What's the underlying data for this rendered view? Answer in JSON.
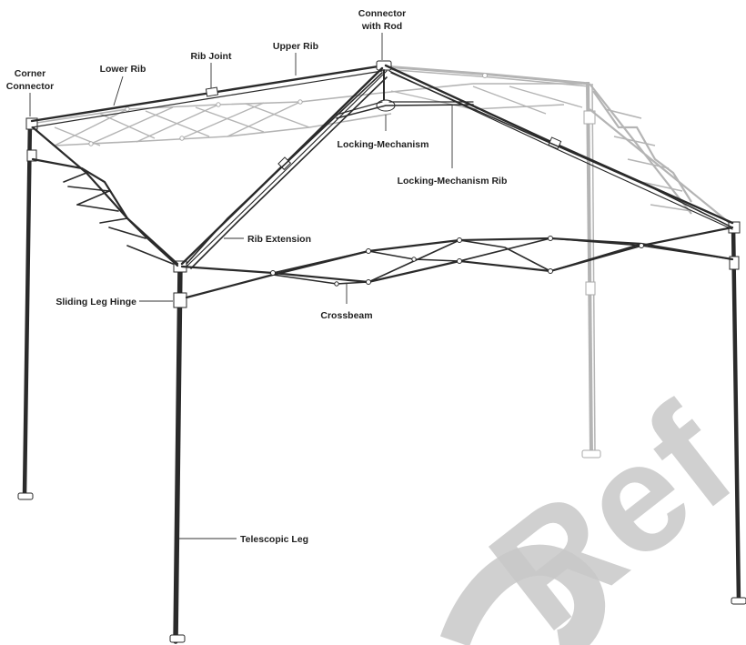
{
  "labels": {
    "corner_connector": [
      "Corner",
      "Connector"
    ],
    "lower_rib": "Lower Rib",
    "rib_joint": "Rib Joint",
    "upper_rib": "Upper Rib",
    "connector_with_rod": [
      "Connector",
      "with Rod"
    ],
    "locking_mechanism": "Locking-Mechanism",
    "locking_mechanism_rib": "Locking-Mechanism Rib",
    "rib_extension": "Rib Extension",
    "sliding_leg_hinge": "Sliding Leg Hinge",
    "crossbeam": "Crossbeam",
    "telescopic_leg": "Telescopic Leg"
  },
  "watermark": "Ref"
}
